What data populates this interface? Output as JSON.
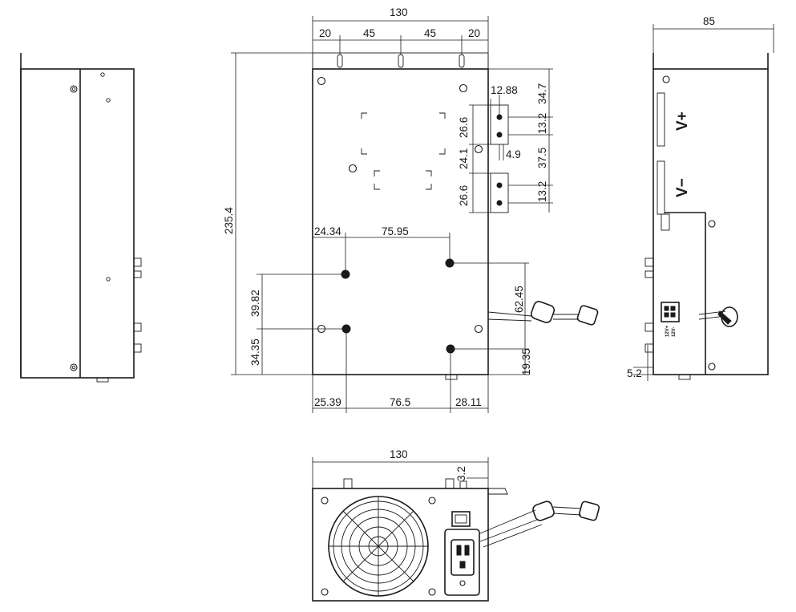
{
  "drawing": {
    "top_view": {
      "width": "130",
      "hole_spacing": [
        "20",
        "45",
        "45",
        "20"
      ],
      "height": "235.4",
      "terminal_offset": "12.88",
      "terminal_top": "34.7",
      "terminal_span_upper": "26.6",
      "terminal_gap": "24.1",
      "terminal_span_lower": "26.6",
      "terminal_hole_pitch_upper": "13.2",
      "terminal_hole_pitch_lower": "13.2",
      "terminal_hole_offset": "4.9",
      "terminal_between": "37.5",
      "mount_left": "24.34",
      "mount_span_top": "75.95",
      "mount_vertical_left": "39.82",
      "mount_bottom_left": "34.35",
      "mount_right_vertical": "62.45",
      "mount_bottom_right": "19.35",
      "bottom_left": "25.39",
      "bottom_span": "76.5",
      "bottom_right": "28.11"
    },
    "side_view": {
      "width": "85",
      "bottom_offset": "5.2",
      "v_plus": "V+",
      "v_minus": "V−",
      "connector_label_a": "12V+",
      "connector_label_b": "12V-"
    },
    "front_view": {
      "width": "130",
      "right_offset": "3.2"
    }
  }
}
